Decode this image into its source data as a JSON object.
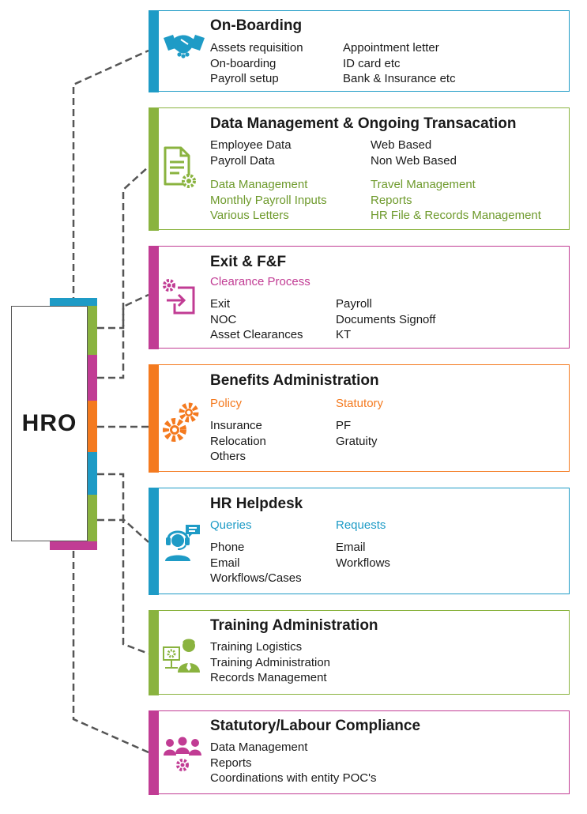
{
  "colors": {
    "blue": "#1e9bc6",
    "green": "#8ab33f",
    "magenta": "#c13c94",
    "orange": "#f47a1f",
    "connector": "#555555",
    "text": "#1a1a1a"
  },
  "hub": {
    "label": "HRO"
  },
  "onboarding": {
    "title": "On-Boarding",
    "icon": "handshake-icon",
    "left": [
      "Assets requisition",
      "On-boarding",
      "Payroll setup"
    ],
    "right": [
      "Appointment letter",
      "ID card etc",
      "Bank & Insurance etc"
    ]
  },
  "data_mgmt": {
    "title": "Data Management & Ongoing Transacation",
    "icon": "document-gear-icon",
    "left_top": [
      "Employee Data",
      "Payroll Data"
    ],
    "right_top": [
      "Web Based",
      "Non Web Based"
    ],
    "left_green": [
      "Data Management",
      "Monthly Payroll Inputs",
      "Various Letters"
    ],
    "right_green": [
      "Travel Management",
      "Reports",
      "HR File & Records Management"
    ]
  },
  "exit": {
    "title": "Exit & F&F",
    "icon": "exit-gear-icon",
    "subheading": "Clearance Process",
    "left": [
      "Exit",
      "NOC",
      "Asset Clearances"
    ],
    "right": [
      "Payroll",
      "Documents Signoff",
      "KT"
    ]
  },
  "benefits": {
    "title": "Benefits Administration",
    "icon": "gears-icon",
    "left_heading": "Policy",
    "right_heading": "Statutory",
    "left": [
      "Insurance",
      "Relocation",
      "Others"
    ],
    "right": [
      "PF",
      "Gratuity"
    ]
  },
  "helpdesk": {
    "title": "HR Helpdesk",
    "icon": "headset-agent-icon",
    "left_heading": "Queries",
    "right_heading": "Requests",
    "left": [
      "Phone",
      "Email",
      "Workflows/Cases"
    ],
    "right": [
      "Email",
      "Workflows"
    ]
  },
  "training": {
    "title": "Training Administration",
    "icon": "trainer-icon",
    "items": [
      "Training Logistics",
      "Training Administration",
      "Records Management"
    ]
  },
  "compliance": {
    "title": "Statutory/Labour Compliance",
    "icon": "team-gear-icon",
    "items": [
      "Data Management",
      "Reports",
      "Coordinations with entity POC's"
    ]
  }
}
